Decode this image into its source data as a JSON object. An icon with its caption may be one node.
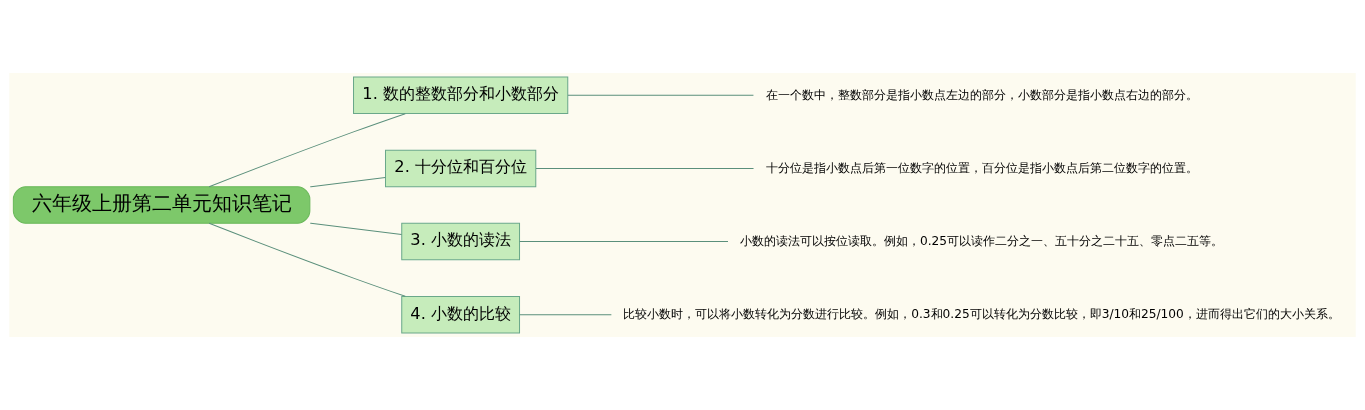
{
  "diagram": {
    "nodes": [
      {
        "text": [
          "六年级上册第二单元知识笔记"
        ]
      },
      {
        "text": [
          "1. 数的整数部分和小数部分"
        ]
      },
      {
        "text": [
          "在一个数中，整数部分是指小数点左边的部分，小数部分是指小数点右边的部分。"
        ]
      },
      {
        "text": [
          "2. 十分位和百分位"
        ]
      },
      {
        "text": [
          "十分位是指小数点后第一位数字的位置，百分位是指小数点后第二位数字的位置。"
        ]
      },
      {
        "text": [
          "3. 小数的读法"
        ]
      },
      {
        "text": [
          "小数的读法可以按位读取。例如，0.25可以读作二分之一、五十分之二十五、零点二五等。"
        ]
      },
      {
        "text": [
          "4. 小数的比较"
        ]
      },
      {
        "text": [
          "比较小数时，可以将小数转化为分数进行比较。例如，0.3和0.25可以转化为分数比较，即3/10和25/100，进而得出它们的大小关系。"
        ]
      }
    ],
    "edges": [
      {
        "from": 0,
        "to": 1,
        "arrow": "none"
      },
      {
        "from": 1,
        "to": 2,
        "arrow": "none"
      },
      {
        "from": 0,
        "to": 3,
        "arrow": "none"
      },
      {
        "from": 3,
        "to": 4,
        "arrow": "none"
      },
      {
        "from": 0,
        "to": 5,
        "arrow": "none"
      },
      {
        "from": 5,
        "to": 6,
        "arrow": "none"
      },
      {
        "from": 0,
        "to": 7,
        "arrow": "none"
      },
      {
        "from": 7,
        "to": 8,
        "arrow": "none"
      }
    ]
  }
}
